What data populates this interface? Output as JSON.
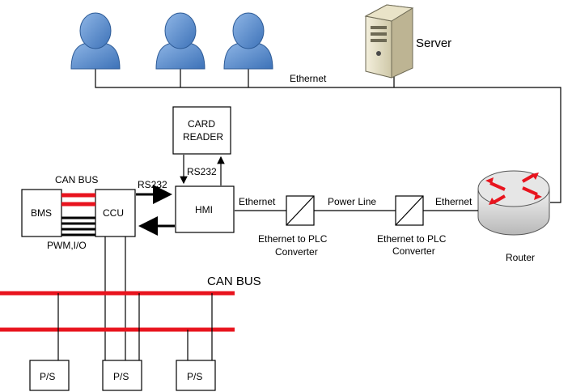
{
  "network": {
    "ethernet_top_label": "Ethernet",
    "server_label": "Server",
    "router_label": "Router"
  },
  "devices": {
    "card_reader_line1": "CARD",
    "card_reader_line2": "READER",
    "hmi_label": "HMI",
    "bms_label": "BMS",
    "ccu_label": "CCU",
    "ps_label": "P/S"
  },
  "links": {
    "can_bus_upper": "CAN BUS",
    "rs232_hmi": "RS232",
    "rs232_card": "RS232",
    "pwm_io": "PWM,I/O",
    "ethernet_hmi": "Ethernet",
    "power_line": "Power Line",
    "ethernet_router": "Ethernet",
    "converter1_line1": "Ethernet to PLC",
    "converter1_line2": "Converter",
    "converter2_line1": "Ethernet to PLC",
    "converter2_line2": "Converter",
    "can_bus_lower": "CAN BUS"
  },
  "colors": {
    "user_fill": "#5b8fd0",
    "bus_red": "#e8141e",
    "router_arrow": "#e8141e"
  }
}
